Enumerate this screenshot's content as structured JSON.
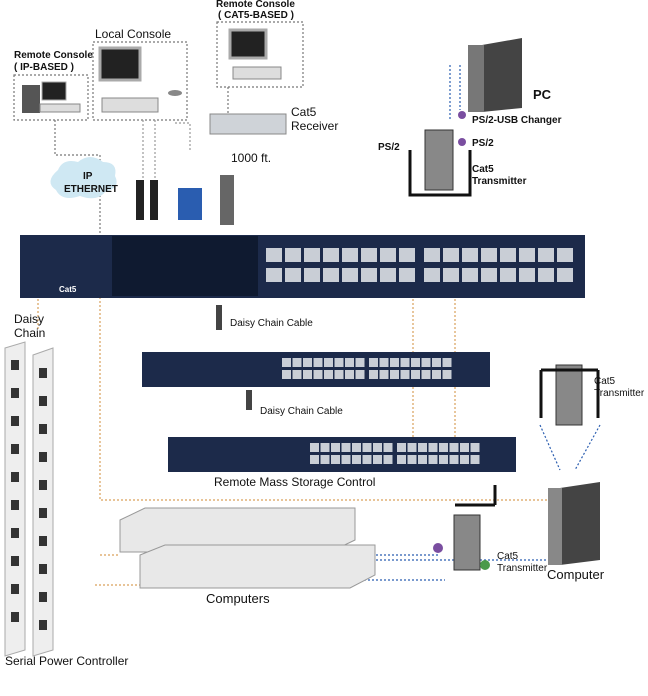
{
  "labels": {
    "remote_cat5_title": "Remote Console",
    "remote_cat5_sub": "( CAT5-BASED )",
    "local_console": "Local Console",
    "remote_ip_title": "Remote Console",
    "remote_ip_sub": "( IP-BASED )",
    "cat5_receiver_1": "Cat5",
    "cat5_receiver_2": "Receiver",
    "distance": "1000 ft.",
    "ip_1": "IP",
    "ip_2": "ETHERNET",
    "pc": "PC",
    "ps2_usb_changer": "PS/2-USB Changer",
    "ps2_left": "PS/2",
    "ps2_right": "PS/2",
    "cat5_tx_top_1": "Cat5",
    "cat5_tx_top_2": "Transmitter",
    "cat5_port": "Cat5",
    "daisy_1": "Daisy",
    "daisy_2": "Chain",
    "daisy_cable_1": "Daisy Chain Cable",
    "daisy_cable_2": "Daisy Chain Cable",
    "cat5_tx_right_1": "Cat5",
    "cat5_tx_right_2": "Transmitter",
    "remote_mass_storage": "Remote Mass Storage Control",
    "computers": "Computers",
    "cat5_tx_bottom_1": "Cat5",
    "cat5_tx_bottom_2": "Transmitter",
    "computer": "Computer",
    "serial_power": "Serial Power Controller"
  },
  "colors": {
    "kvm_body": "#1c2a4a",
    "port": "#c9ced6",
    "cloud": "#cfe8f3",
    "cable_blue": "#2a5db0",
    "cable_orange": "#d9a05a",
    "cable_gray": "#888888"
  }
}
